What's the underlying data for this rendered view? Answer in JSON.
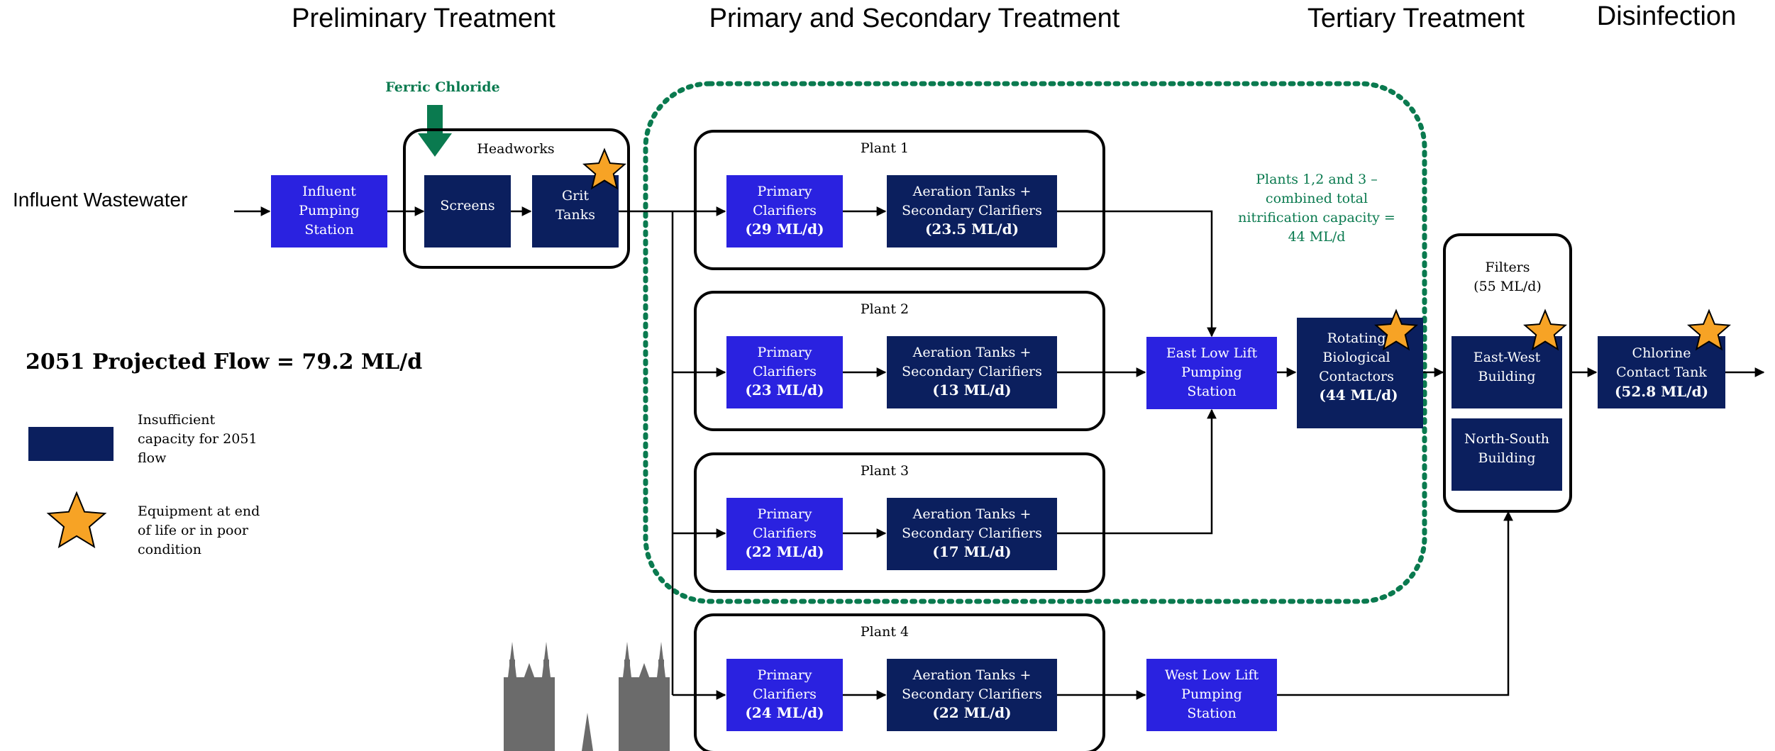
{
  "colors": {
    "dark_navy": "#0b1f5e",
    "bright_blue": "#2a22e0",
    "green": "#0a7a4f",
    "star": "#f7a325",
    "tower": "#6b6b6b"
  },
  "stages": {
    "preliminary": "Preliminary Treatment",
    "primary_secondary": "Primary and Secondary Treatment",
    "tertiary": "Tertiary Treatment",
    "disinfection": "Disinfection"
  },
  "influent_label": "Influent Wastewater",
  "ferric_chloride": "Ferric Chloride",
  "influent_pumping": [
    "Influent",
    "Pumping",
    "Station"
  ],
  "headworks": {
    "title": "Headworks",
    "screens": "Screens",
    "grit": [
      "Grit",
      "Tanks"
    ]
  },
  "plants": [
    {
      "title": "Plant 1",
      "primary": [
        "Primary",
        "Clarifiers",
        "(29 ML/d)"
      ],
      "aeration": [
        "Aeration Tanks +",
        "Secondary Clarifiers",
        "(23.5 ML/d)"
      ]
    },
    {
      "title": "Plant 2",
      "primary": [
        "Primary",
        "Clarifiers",
        "(23 ML/d)"
      ],
      "aeration": [
        "Aeration Tanks +",
        "Secondary Clarifiers",
        "(13 ML/d)"
      ]
    },
    {
      "title": "Plant 3",
      "primary": [
        "Primary",
        "Clarifiers",
        "(22 ML/d)"
      ],
      "aeration": [
        "Aeration Tanks +",
        "Secondary Clarifiers",
        "(17 ML/d)"
      ]
    },
    {
      "title": "Plant 4",
      "primary": [
        "Primary",
        "Clarifiers",
        "(24 ML/d)"
      ],
      "aeration": [
        "Aeration Tanks +",
        "Secondary Clarifiers",
        "(22 ML/d)"
      ]
    }
  ],
  "nitrification_note": [
    "Plants 1,2 and 3 –",
    "combined total",
    "nitrification capacity =",
    "44 ML/d"
  ],
  "east_low_lift": [
    "East Low Lift",
    "Pumping",
    "Station"
  ],
  "west_low_lift": [
    "West Low Lift",
    "Pumping",
    "Station"
  ],
  "rbc": [
    "Rotating",
    "Biological",
    "Contactors",
    "(44 ML/d)"
  ],
  "filters": {
    "title": [
      "Filters",
      "(55 ML/d)"
    ],
    "east_west": [
      "East-West",
      "Building"
    ],
    "north_south": [
      "North-South",
      "Building"
    ]
  },
  "chlorine": [
    "Chlorine",
    "Contact Tank",
    "(52.8 ML/d)"
  ],
  "projected_flow": "2051 Projected Flow = 79.2 ML/d",
  "legend": {
    "insufficient": [
      "Insufficient",
      "capacity for 2051",
      "flow"
    ],
    "end_of_life": [
      "Equipment at end",
      "of life or in poor",
      "condition"
    ]
  }
}
